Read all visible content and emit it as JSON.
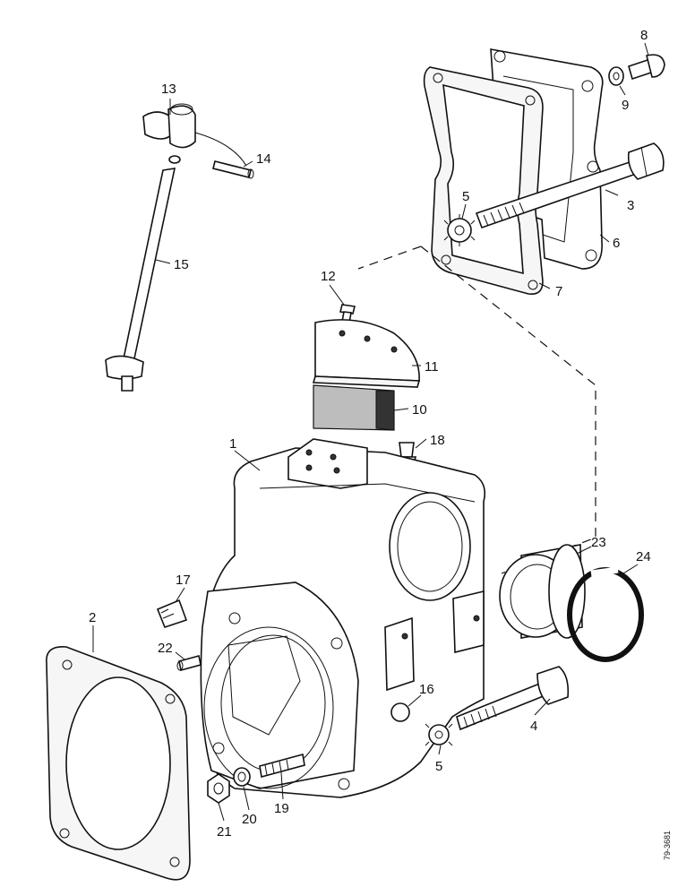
{
  "drawing_id": "79-3681",
  "callouts": [
    {
      "label": "1"
    },
    {
      "label": "2"
    },
    {
      "label": "3"
    },
    {
      "label": "4"
    },
    {
      "label": "5"
    },
    {
      "label": "5"
    },
    {
      "label": "6"
    },
    {
      "label": "7"
    },
    {
      "label": "8"
    },
    {
      "label": "9"
    },
    {
      "label": "10"
    },
    {
      "label": "11"
    },
    {
      "label": "12"
    },
    {
      "label": "13"
    },
    {
      "label": "14"
    },
    {
      "label": "15"
    },
    {
      "label": "16"
    },
    {
      "label": "17"
    },
    {
      "label": "18"
    },
    {
      "label": "19"
    },
    {
      "label": "20"
    },
    {
      "label": "21"
    },
    {
      "label": "22"
    },
    {
      "label": "23"
    },
    {
      "label": "24"
    }
  ]
}
